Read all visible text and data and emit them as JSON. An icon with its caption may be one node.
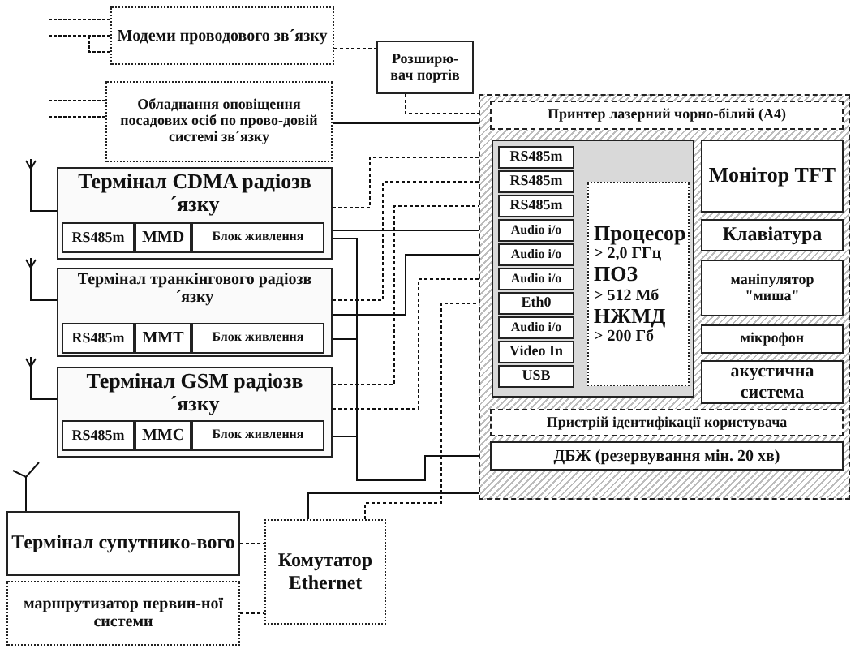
{
  "diagram": {
    "nodes": [
      {
        "text": [
          "Модеми проводового зв´язку"
        ]
      },
      {
        "text": [
          "Розширю-вач портів"
        ]
      },
      {
        "text": [
          "Обладнання оповіщення посадових осіб по прово-довій системі зв´язку"
        ]
      },
      {
        "text": [
          "Термінал CDMA радіозв´язку"
        ]
      },
      {
        "text": [
          "RS485m"
        ],
        "in": 3
      },
      {
        "text": [
          "MMD"
        ],
        "in": 3
      },
      {
        "text": [
          "Блок живлення"
        ],
        "in": 3
      },
      {
        "text": [
          "Термінал транкінгового радіозв´язку"
        ]
      },
      {
        "text": [
          "RS485m"
        ],
        "in": 7
      },
      {
        "text": [
          "MMT"
        ],
        "in": 7
      },
      {
        "text": [
          "Блок живлення"
        ],
        "in": 7
      },
      {
        "text": [
          "Термінал GSM радіозв´язку"
        ]
      },
      {
        "text": [
          "RS485m"
        ],
        "in": 11
      },
      {
        "text": [
          "MMC"
        ],
        "in": 11
      },
      {
        "text": [
          "Блок живлення"
        ],
        "in": 11
      },
      {
        "text": [
          "Термінал супутнико-вого"
        ]
      },
      {
        "text": [
          "маршрутизатор первин-ної системи"
        ]
      },
      {
        "text": [
          "Комутатор Ethernet"
        ]
      },
      {
        "text": [],
        "shape": "box"
      },
      {
        "text": [
          "Принтер лазерний чорно-білий (А4)"
        ],
        "in": 18
      },
      {
        "text": [],
        "shape": "box",
        "in": 18
      },
      {
        "text": [
          "RS485m"
        ],
        "in": 20
      },
      {
        "text": [
          "RS485m"
        ],
        "in": 20
      },
      {
        "text": [
          "RS485m"
        ],
        "in": 20
      },
      {
        "text": [
          "Audio i/o"
        ],
        "in": 20
      },
      {
        "text": [
          "Audio i/o"
        ],
        "in": 20
      },
      {
        "text": [
          "Audio i/o"
        ],
        "in": 20
      },
      {
        "text": [
          "Eth0"
        ],
        "in": 20
      },
      {
        "text": [
          "Audio i/o"
        ],
        "in": 20
      },
      {
        "text": [
          "Video In"
        ],
        "in": 20
      },
      {
        "text": [
          "USB"
        ],
        "in": 20
      },
      {
        "text": [
          "Процесор",
          "> 2,0 ГГц",
          "ПОЗ",
          "> 512 Мб",
          "НЖМД",
          "> 200 Гб"
        ],
        "in": 20
      },
      {
        "text": [
          "Монітор TFT"
        ],
        "in": 18
      },
      {
        "text": [
          "Клавіатура"
        ],
        "in": 18
      },
      {
        "text": [
          "маніпулятор \"миша\""
        ],
        "in": 18
      },
      {
        "text": [
          "мікрофон"
        ],
        "in": 18
      },
      {
        "text": [
          "акустична система"
        ],
        "in": 18
      },
      {
        "text": [
          "Пристрій ідентифікації користувача"
        ],
        "in": 18
      },
      {
        "text": [
          "ДБЖ (резервування мін. 20 хв)"
        ],
        "in": 18
      }
    ],
    "edges": [
      {
        "from": 0,
        "to": 1,
        "arrow": "none",
        "style": "dashed"
      },
      {
        "from": 1,
        "to": 19,
        "arrow": "none",
        "style": "dashed"
      },
      {
        "from": 2,
        "to": 19,
        "arrow": "none"
      },
      {
        "from": 3,
        "to": 21,
        "arrow": "none",
        "style": "dashed"
      },
      {
        "from": 7,
        "to": 22,
        "arrow": "none",
        "style": "dashed"
      },
      {
        "from": 11,
        "to": 23,
        "arrow": "none",
        "style": "dashed"
      },
      {
        "from": 3,
        "to": 24,
        "arrow": "none"
      },
      {
        "from": 7,
        "to": 25,
        "arrow": "none"
      },
      {
        "from": 11,
        "to": 26,
        "arrow": "none",
        "style": "dashed"
      },
      {
        "from": 6,
        "to": 38,
        "arrow": "none"
      },
      {
        "from": 10,
        "to": 38,
        "arrow": "none"
      },
      {
        "from": 14,
        "to": 38,
        "arrow": "none"
      },
      {
        "from": 17,
        "to": 27,
        "arrow": "none",
        "style": "dashed"
      },
      {
        "from": 17,
        "to": 18,
        "arrow": "none"
      },
      {
        "from": 15,
        "to": 17,
        "arrow": "none",
        "style": "dashed"
      },
      {
        "from": 16,
        "to": 17,
        "arrow": "none",
        "style": "dashed"
      }
    ]
  }
}
